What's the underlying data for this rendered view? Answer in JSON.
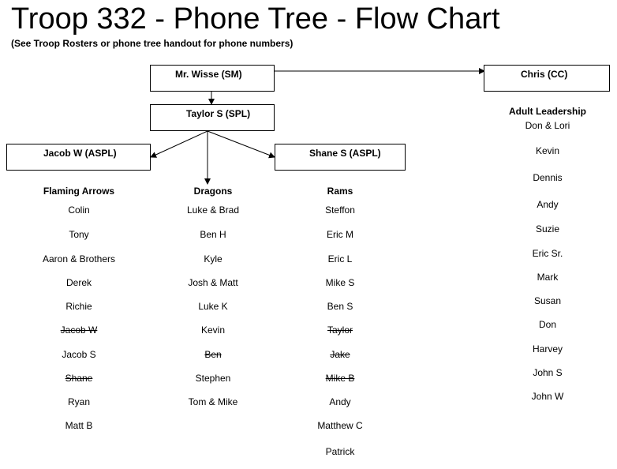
{
  "title": "Troop 332  -  Phone Tree - Flow Chart",
  "subtitle": "(See Troop Rosters or phone tree handout for phone numbers)",
  "nodes": {
    "scoutmaster": "Mr. Wisse (SM)",
    "committee_chair": "Chris  (CC)",
    "spl": "Taylor S   (SPL)",
    "aspl_left": "Jacob W  (ASPL)",
    "aspl_right": "Shane S  (ASPL)"
  },
  "patrols": {
    "flaming_arrows": {
      "name": "Flaming Arrows",
      "members": [
        {
          "name": "Colin",
          "struck": false
        },
        {
          "name": "Tony",
          "struck": false
        },
        {
          "name": "Aaron  & Brothers",
          "struck": false
        },
        {
          "name": "Derek",
          "struck": false
        },
        {
          "name": "Richie",
          "struck": false
        },
        {
          "name": "Jacob W",
          "struck": true
        },
        {
          "name": "Jacob S",
          "struck": false
        },
        {
          "name": "Shane",
          "struck": true
        },
        {
          "name": "Ryan",
          "struck": false
        },
        {
          "name": "Matt B",
          "struck": false
        }
      ]
    },
    "dragons": {
      "name": "Dragons",
      "members": [
        {
          "name": "Luke & Brad",
          "struck": false
        },
        {
          "name": "Ben H",
          "struck": false
        },
        {
          "name": "Kyle",
          "struck": false
        },
        {
          "name": "Josh & Matt",
          "struck": false
        },
        {
          "name": "Luke K",
          "struck": false
        },
        {
          "name": "Kevin",
          "struck": false
        },
        {
          "name": "Ben",
          "struck": true
        },
        {
          "name": "Stephen",
          "struck": false
        },
        {
          "name": "Tom & Mike",
          "struck": false
        }
      ]
    },
    "rams": {
      "name": "Rams",
      "members": [
        {
          "name": "Steffon",
          "struck": false
        },
        {
          "name": "Eric M",
          "struck": false
        },
        {
          "name": "Eric L",
          "struck": false
        },
        {
          "name": "Mike S",
          "struck": false
        },
        {
          "name": "Ben S",
          "struck": false
        },
        {
          "name": "Taylor",
          "struck": true
        },
        {
          "name": "Jake",
          "struck": true
        },
        {
          "name": "Mike B",
          "struck": true
        },
        {
          "name": "Andy",
          "struck": false
        },
        {
          "name": "Matthew C",
          "struck": false
        },
        {
          "name": "Patrick",
          "struck": false
        }
      ]
    }
  },
  "adult_leadership": {
    "name": "Adult Leadership",
    "members": [
      {
        "name": "Don & Lori",
        "struck": false
      },
      {
        "name": "Kevin",
        "struck": false
      },
      {
        "name": "Dennis",
        "struck": false
      },
      {
        "name": "Andy",
        "struck": false
      },
      {
        "name": "Suzie",
        "struck": false
      },
      {
        "name": "Eric Sr.",
        "struck": false
      },
      {
        "name": "Mark",
        "struck": false
      },
      {
        "name": "Susan",
        "struck": false
      },
      {
        "name": "Don",
        "struck": false
      },
      {
        "name": "Harvey",
        "struck": false
      },
      {
        "name": "John S",
        "struck": false
      },
      {
        "name": "John W",
        "struck": false
      }
    ]
  }
}
